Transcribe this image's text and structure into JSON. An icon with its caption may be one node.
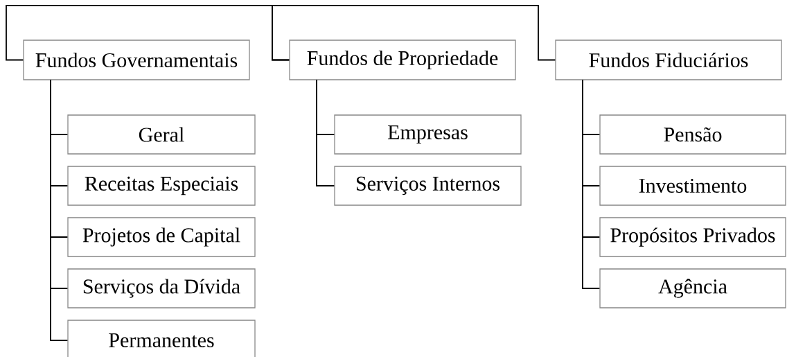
{
  "diagram": {
    "nodes": [
      {
        "text": [
          "Fundos Governamentais"
        ]
      },
      {
        "text": [
          "Fundos de Propriedade"
        ]
      },
      {
        "text": [
          "Fundos Fiduciários"
        ]
      },
      {
        "text": [
          "Geral"
        ]
      },
      {
        "text": [
          "Receitas Especiais"
        ]
      },
      {
        "text": [
          "Projetos de Capital"
        ]
      },
      {
        "text": [
          "Serviços da Dívida"
        ]
      },
      {
        "text": [
          "Permanentes"
        ]
      },
      {
        "text": [
          "Empresas"
        ]
      },
      {
        "text": [
          "Serviços Internos"
        ]
      },
      {
        "text": [
          "Pensão"
        ]
      },
      {
        "text": [
          "Investimento"
        ]
      },
      {
        "text": [
          "Propósitos Privados"
        ]
      },
      {
        "text": [
          "Agência"
        ]
      }
    ],
    "edges": [
      {
        "from": 0,
        "to": 1,
        "arrow": "none"
      },
      {
        "from": 1,
        "to": 2,
        "arrow": "none"
      },
      {
        "from": 0,
        "to": 3,
        "arrow": "none"
      },
      {
        "from": 0,
        "to": 4,
        "arrow": "none"
      },
      {
        "from": 0,
        "to": 5,
        "arrow": "none"
      },
      {
        "from": 0,
        "to": 6,
        "arrow": "none"
      },
      {
        "from": 0,
        "to": 7,
        "arrow": "none"
      },
      {
        "from": 1,
        "to": 8,
        "arrow": "none"
      },
      {
        "from": 1,
        "to": 9,
        "arrow": "none"
      },
      {
        "from": 2,
        "to": 10,
        "arrow": "none"
      },
      {
        "from": 2,
        "to": 11,
        "arrow": "none"
      },
      {
        "from": 2,
        "to": 12,
        "arrow": "none"
      },
      {
        "from": 2,
        "to": 13,
        "arrow": "none"
      }
    ]
  }
}
